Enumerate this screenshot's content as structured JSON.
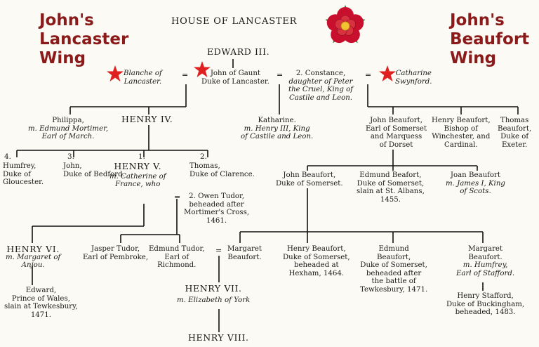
{
  "title": "HOUSE OF LANCASTER",
  "wings": {
    "left": [
      "John's",
      "Lancaster",
      "Wing"
    ],
    "right": [
      "John's",
      "Beaufort",
      "Wing"
    ]
  },
  "colors": {
    "wing_text": "#8b1a1a",
    "star": "#e02020",
    "rose": "#c8102e",
    "rose_center": "#f2c230",
    "leaf": "#2e7d32"
  },
  "icons": {
    "rose": "tudor-rose-icon",
    "star": "star-icon"
  },
  "marriage_symbol": "=",
  "people": {
    "edward3": {
      "name": "EDWARD III."
    },
    "blanche": {
      "lines": [
        "Blanche of",
        "Lancaster."
      ]
    },
    "john_gaunt": {
      "lines": [
        "John of Gaunt",
        "Duke of Lancaster."
      ]
    },
    "constance": {
      "lines": [
        "2. Constance,",
        "daughter of Peter",
        "the Cruel, King of",
        "Castile and Leon."
      ]
    },
    "catharine": {
      "lines": [
        "Catharine",
        "Swynford."
      ]
    },
    "philippa": {
      "n": "Philippa,",
      "lines": [
        "m. Edmund Mortimer,",
        "Earl of March."
      ]
    },
    "henry4": {
      "name": "HENRY IV."
    },
    "katharine": {
      "n": "Katharine.",
      "lines": [
        "m. Henry III, King",
        "of Castile and Leon."
      ]
    },
    "john_beaufort1": {
      "lines": [
        "John Beaufort,",
        "Earl of Somerset",
        "and Marquess",
        "of Dorset"
      ]
    },
    "henry_beaufort_bishop": {
      "lines": [
        "Henry Beaufort,",
        "Bishop of",
        "Winchester, and",
        "Cardinal."
      ]
    },
    "thomas_beaufort": {
      "lines": [
        "Thomas",
        "Beaufort,",
        "Duke of",
        "Exeter."
      ]
    },
    "humfrey": {
      "num": "4.",
      "lines": [
        "Humfrey,",
        "Duke of",
        "Gloucester."
      ]
    },
    "john_bedford": {
      "num": "3.",
      "lines": [
        "John,",
        "Duke of Bedford."
      ]
    },
    "henry5": {
      "num": "1.",
      "name": "HENRY V.",
      "lines": [
        "m. Catherine of",
        "France, who"
      ]
    },
    "thomas_clarence": {
      "num": "2.",
      "lines": [
        "Thomas,",
        "Duke of Clarence."
      ]
    },
    "owen_tudor": {
      "lines": [
        "2. Owen Tudor,",
        "beheaded after",
        "Mortimer's Cross,",
        "1461."
      ]
    },
    "john_beaufort2": {
      "lines": [
        "John Beaufort,",
        "Duke of Somerset."
      ]
    },
    "edmund_beaufort1": {
      "lines": [
        "Edmund Beafort,",
        "Duke of Somerset,",
        "slain at St. Albans,",
        "1455."
      ]
    },
    "joan_beaufort": {
      "n": "Joan Beaufort",
      "lines": [
        "m. James I, King",
        "of Scots."
      ]
    },
    "henry6": {
      "name": "HENRY VI.",
      "lines": [
        "m. Margaret of",
        "Anjou."
      ]
    },
    "jasper": {
      "lines": [
        "Jasper Tudor,",
        "Earl of Pembroke,"
      ]
    },
    "edmund_tudor": {
      "lines": [
        "Edmund Tudor,",
        "Earl of",
        "Richmond."
      ]
    },
    "margaret_beaufort1": {
      "lines": [
        "Margaret",
        "Beaufort."
      ]
    },
    "henry_beaufort2": {
      "lines": [
        "Henry Beaufort,",
        "Duke of Somerset,",
        "beheaded at",
        "Hexham, 1464."
      ]
    },
    "edmund_beaufort2": {
      "lines": [
        "Edmund",
        "Beaufort,",
        "Duke of Somerset,",
        "beheaded after",
        "the battle of",
        "Tewkesbury, 1471."
      ]
    },
    "margaret_beaufort2": {
      "lines": [
        "Margaret",
        "Beaufort.",
        "m. Humfrey,",
        "Earl of Stafford."
      ]
    },
    "edward_wales": {
      "lines": [
        "Edward,",
        "Prince of Wales,",
        "slain at Tewkesbury,",
        "1471."
      ]
    },
    "henry7": {
      "name": "HENRY VII.",
      "lines": [
        "m. Elizabeth of York"
      ]
    },
    "henry_stafford": {
      "lines": [
        "Henry Stafford,",
        "Duke of Buckingham,",
        "beheaded, 1483."
      ]
    },
    "henry8": {
      "name": "HENRY VIII."
    }
  }
}
